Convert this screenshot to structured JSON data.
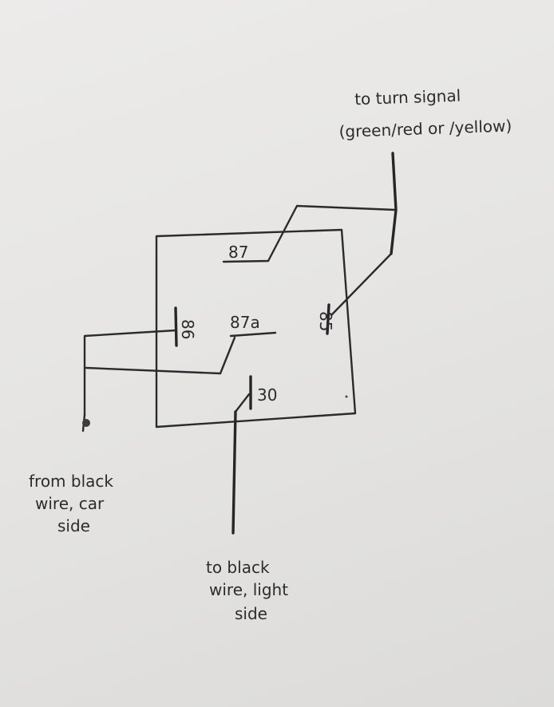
{
  "relay": {
    "pins": {
      "p87": "87",
      "p87a": "87a",
      "p86": "86",
      "p85": "85",
      "p30": "30"
    }
  },
  "notes": {
    "turn_signal": [
      "to turn signal",
      "(green/red or /yellow)"
    ],
    "car_side": [
      "from black",
      "wire, car",
      "side"
    ],
    "light_side": [
      "to black",
      "wire, light",
      "side"
    ]
  },
  "colors": {
    "ink": "#2b2b2d",
    "paper": "#e9e9e7"
  }
}
